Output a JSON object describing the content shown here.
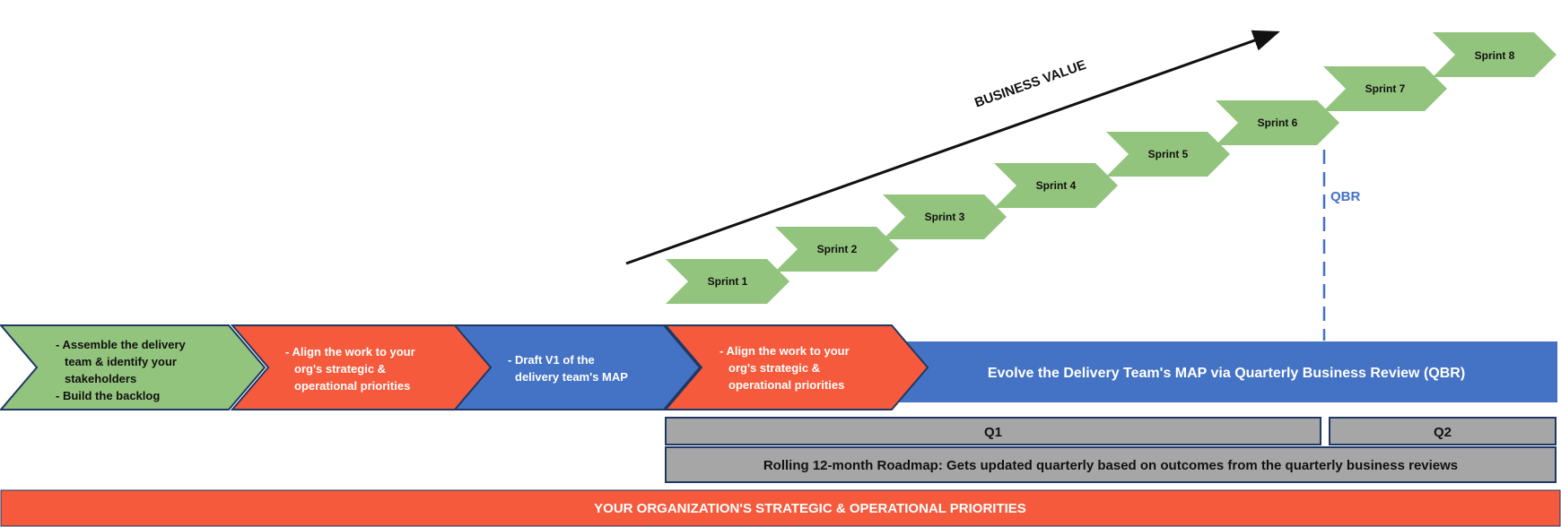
{
  "colors": {
    "green": "#93c47d",
    "orange": "#f55a3c",
    "blue": "#4472c4",
    "gray": "#a6a6a6",
    "navy": "#1f3864",
    "qbr_line": "#4472c4"
  },
  "business_value": {
    "label": "BUSINESS VALUE"
  },
  "sprints": [
    {
      "label": "Sprint 1"
    },
    {
      "label": "Sprint 2"
    },
    {
      "label": "Sprint 3"
    },
    {
      "label": "Sprint 4"
    },
    {
      "label": "Sprint 5"
    },
    {
      "label": "Sprint 6"
    },
    {
      "label": "Sprint 7"
    },
    {
      "label": "Sprint 8"
    }
  ],
  "qbr": {
    "label": "QBR"
  },
  "steps": [
    {
      "lines": [
        "- Assemble the delivery",
        "team & identify your",
        "stakeholders",
        "- Build the backlog"
      ]
    },
    {
      "lines": [
        "- Align the work to your",
        "org's  strategic &",
        "operational priorities"
      ]
    },
    {
      "lines": [
        "- Draft V1 of the",
        "delivery team's MAP"
      ]
    },
    {
      "lines": [
        "- Align the work to your",
        "org's  strategic &",
        "operational priorities"
      ]
    }
  ],
  "evolve_bar": {
    "label": "Evolve the Delivery Team's MAP via Quarterly Business Review (QBR)"
  },
  "quarters": [
    {
      "label": "Q1"
    },
    {
      "label": "Q2"
    }
  ],
  "roadmap": {
    "label": "Rolling 12-month Roadmap: Gets updated quarterly based on outcomes from the quarterly business reviews"
  },
  "footer": {
    "label": "YOUR ORGANIZATION'S STRATEGIC & OPERATIONAL PRIORITIES"
  }
}
